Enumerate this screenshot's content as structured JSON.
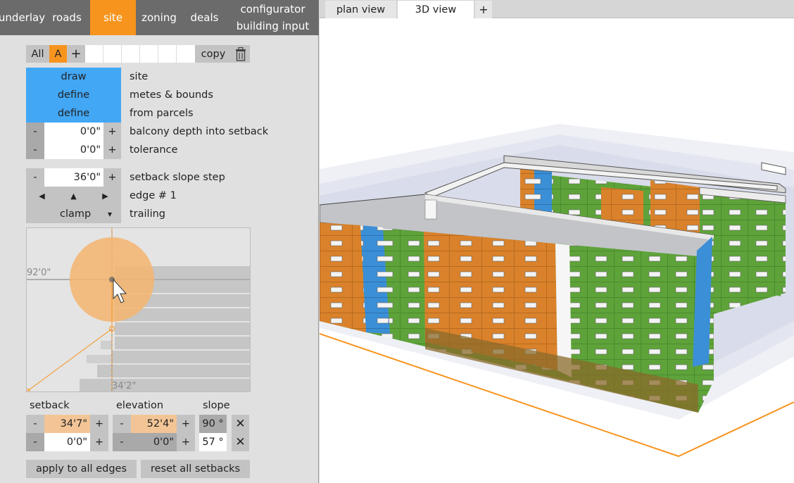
{
  "nav": {
    "underlay": "underlay",
    "roads": "roads",
    "site": "site",
    "zoning": "zoning",
    "deals": "deals",
    "configurator_1": "configurator",
    "configurator_2": "building input"
  },
  "site_tabs": {
    "all": "All",
    "a": "A",
    "add": "+",
    "copy": "copy"
  },
  "actions": [
    {
      "button": "draw",
      "label": "site"
    },
    {
      "button": "define",
      "label": "metes & bounds"
    },
    {
      "button": "define",
      "label": "from parcels"
    }
  ],
  "balcony": {
    "minus": "-",
    "value": "0'0\"",
    "plus": "+",
    "label": "balcony depth into setback"
  },
  "tolerance": {
    "minus": "-",
    "value": "0'0\"",
    "plus": "+",
    "label": "tolerance"
  },
  "slope_step": {
    "minus": "-",
    "value": "36'0\"",
    "plus": "+",
    "label": "setback slope step"
  },
  "edge": {
    "prev": "◀",
    "up": "▲",
    "next": "▶",
    "label": "edge # 1"
  },
  "clamp": {
    "value": "clamp",
    "arrow": "▾",
    "label": "trailing"
  },
  "profile": {
    "height_label": "92'0\"",
    "depth_label": "34'2\""
  },
  "table": {
    "setback_header": "setback",
    "elevation_header": "elevation",
    "slope_header": "slope",
    "rows": [
      {
        "s_minus": "-",
        "setback": "34'7\"",
        "s_plus": "+",
        "e_minus": "-",
        "elevation": "52'4\"",
        "e_plus": "+",
        "slope": "90 °",
        "remove": "✕"
      },
      {
        "s_minus": "-",
        "setback": "0'0\"",
        "s_plus": "+",
        "e_minus": "-",
        "elevation": "0'0\"",
        "e_plus": "+",
        "slope": "57 °",
        "remove": "✕"
      }
    ]
  },
  "bottom": {
    "apply": "apply to all edges",
    "reset": "reset all setbacks"
  },
  "view_tabs": {
    "plan": "plan view",
    "three_d": "3D view",
    "add": "+"
  },
  "colors": {
    "accent": "#f7941e",
    "blue": "#42a7f5",
    "green": "#5fa63b",
    "orange_unit": "#e0882d",
    "blue_unit": "#3e8ed0"
  }
}
